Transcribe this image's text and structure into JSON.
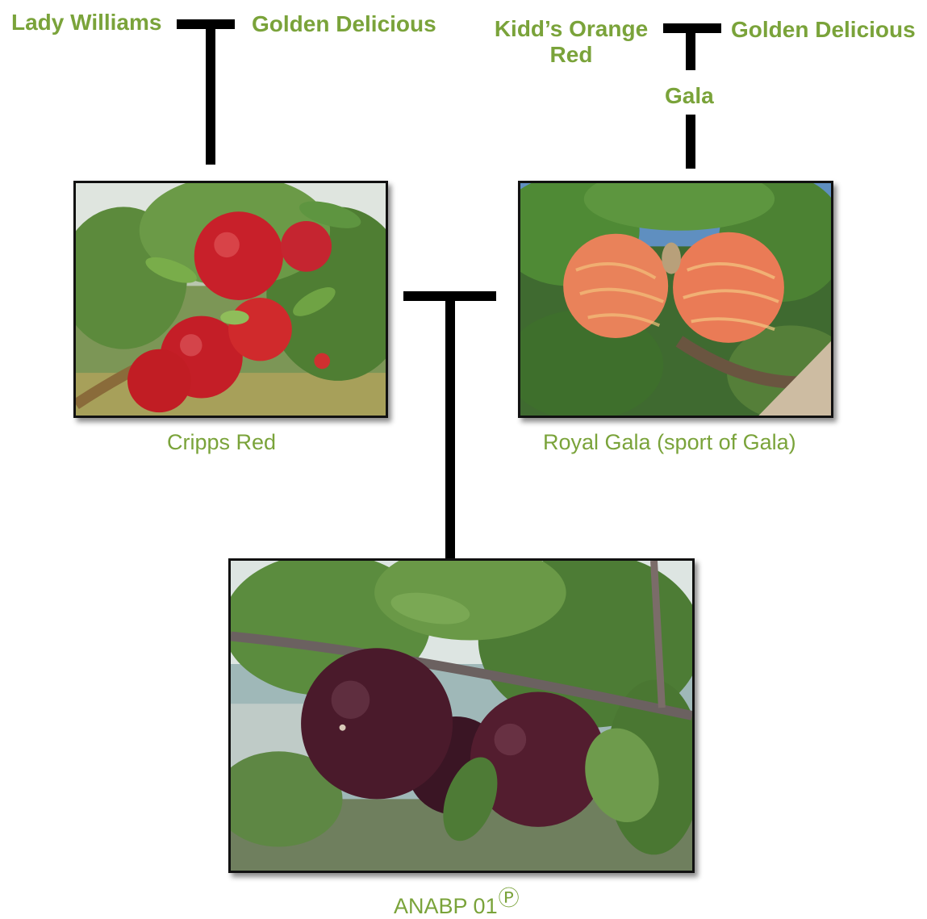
{
  "cross_top_left": {
    "parent_a": "Lady Williams",
    "parent_b": "Golden Delicious"
  },
  "cross_top_right": {
    "parent_a_line1": "Kidd’s Orange",
    "parent_a_line2": "Red",
    "parent_b": "Golden Delicious",
    "offspring": "Gala"
  },
  "cultivars": {
    "cripps": {
      "caption": "Cripps Red"
    },
    "royal_gala": {
      "caption": "Royal Gala (sport of Gala)"
    },
    "anabp": {
      "caption": "ANABP 01",
      "mark": "Ⓟ"
    }
  },
  "colors": {
    "label_green": "#7aa33a",
    "line_black": "#000000"
  }
}
